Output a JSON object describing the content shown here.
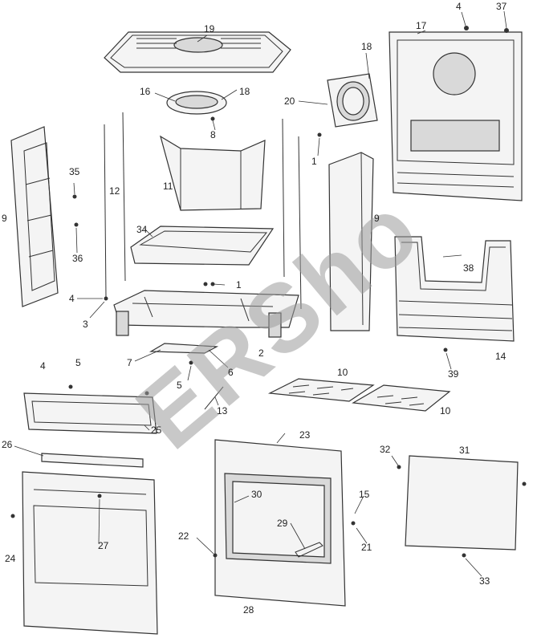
{
  "watermark": "ERSho",
  "part_numbers": {
    "p1a": "1",
    "p1b": "1",
    "p2": "2",
    "p3": "3",
    "p4a": "4",
    "p4b": "4",
    "p4c": "4",
    "p5a": "5",
    "p5b": "5",
    "p6": "6",
    "p7": "7",
    "p8": "8",
    "p9a": "9",
    "p9b": "9",
    "p10a": "10",
    "p10b": "10",
    "p11": "11",
    "p12": "12",
    "p13": "13",
    "p14": "14",
    "p15": "15",
    "p16": "16",
    "p17": "17",
    "p18a": "18",
    "p18b": "18",
    "p19": "19",
    "p20": "20",
    "p21": "21",
    "p22": "22",
    "p23": "23",
    "p24": "24",
    "p25": "25",
    "p26": "26",
    "p27": "27",
    "p28": "28",
    "p29": "29",
    "p30": "30",
    "p31": "31",
    "p32": "32",
    "p33": "33",
    "p34": "34",
    "p35": "35",
    "p36": "36",
    "p37": "37",
    "p38": "38",
    "p39": "39"
  }
}
